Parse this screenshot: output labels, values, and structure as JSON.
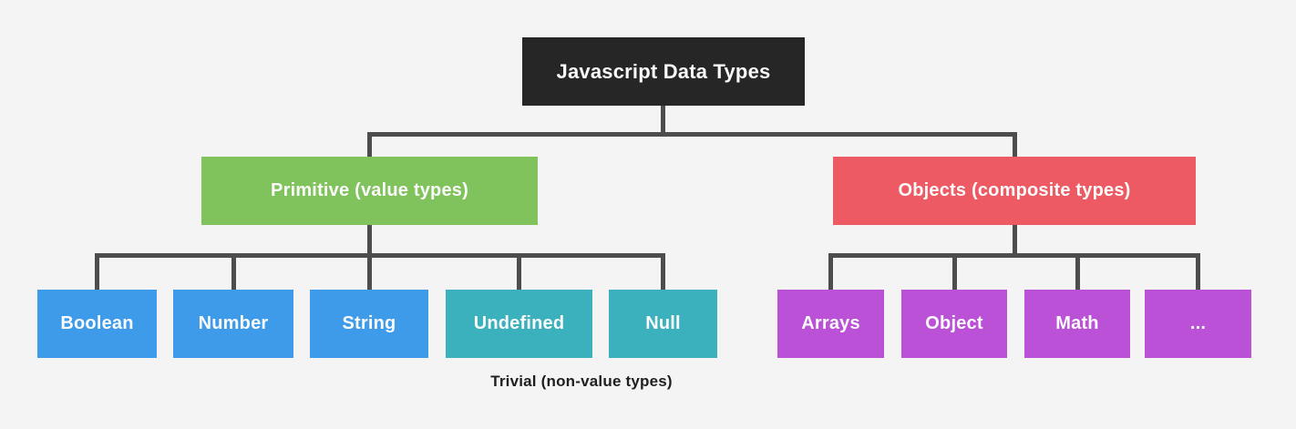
{
  "diagram": {
    "background_color": "#F4F4F5",
    "connector_color": "#4D4D4D",
    "text_color": "#FAFAFA",
    "root": {
      "label": "Javascript Data Types",
      "color": "#262626"
    },
    "branches": {
      "primitive": {
        "label": "Primitive (value types)",
        "color": "#80C35C"
      },
      "objects": {
        "label": "Objects (composite types)",
        "color": "#ED5A63"
      }
    },
    "leaves": {
      "boolean": {
        "label": "Boolean",
        "color": "#3E9BE9"
      },
      "number": {
        "label": "Number",
        "color": "#3E9BE9"
      },
      "string": {
        "label": "String",
        "color": "#3E9BE9"
      },
      "undefined": {
        "label": "Undefined",
        "color": "#3AB1BC"
      },
      "null": {
        "label": "Null",
        "color": "#3AB1BC"
      },
      "arrays": {
        "label": "Arrays",
        "color": "#BA51D7"
      },
      "object": {
        "label": "Object",
        "color": "#BA51D7"
      },
      "math": {
        "label": "Math",
        "color": "#BA51D7"
      },
      "more": {
        "label": "...",
        "color": "#BA51D7"
      }
    },
    "caption": "Trivial (non-value types)"
  }
}
